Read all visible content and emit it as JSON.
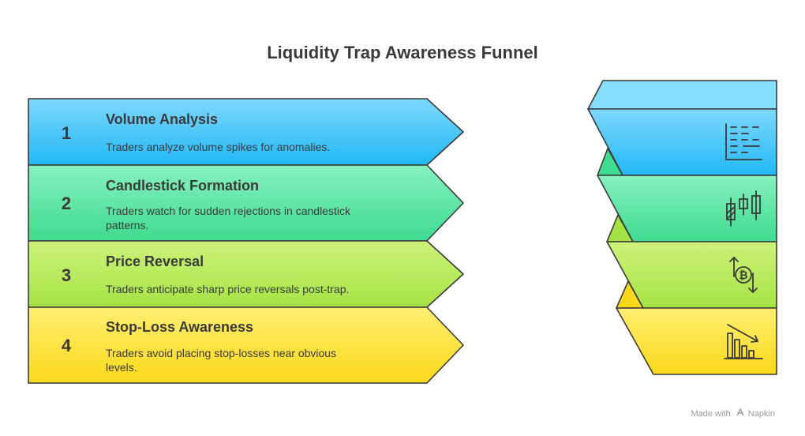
{
  "title": "Liquidity Trap Awareness Funnel",
  "stages": [
    {
      "number": "1",
      "title": "Volume Analysis",
      "description": [
        "Traders analyze volume spikes for anomalies."
      ],
      "icon": "volume-bars-icon",
      "color_top": "#7dd8fd",
      "color_bottom": "#22b8f6"
    },
    {
      "number": "2",
      "title": "Candlestick Formation",
      "description": [
        "Traders watch for sudden rejections in candlestick",
        "patterns."
      ],
      "icon": "candlestick-icon",
      "color_top": "#86f1bf",
      "color_bottom": "#3fdb8e"
    },
    {
      "number": "3",
      "title": "Price Reversal",
      "description": [
        "Traders anticipate sharp price reversals post-trap."
      ],
      "icon": "bitcoin-reversal-icon",
      "color_top": "#cdf37a",
      "color_bottom": "#a5e244"
    },
    {
      "number": "4",
      "title": "Stop-Loss Awareness",
      "description": [
        "Traders avoid placing stop-losses near obvious",
        "levels."
      ],
      "icon": "declining-chart-icon",
      "color_top": "#feee70",
      "color_bottom": "#fbd91a"
    }
  ],
  "funnel_top_color": "#86dcfd",
  "credit": {
    "prefix": "Made with",
    "brand": "Napkin"
  }
}
